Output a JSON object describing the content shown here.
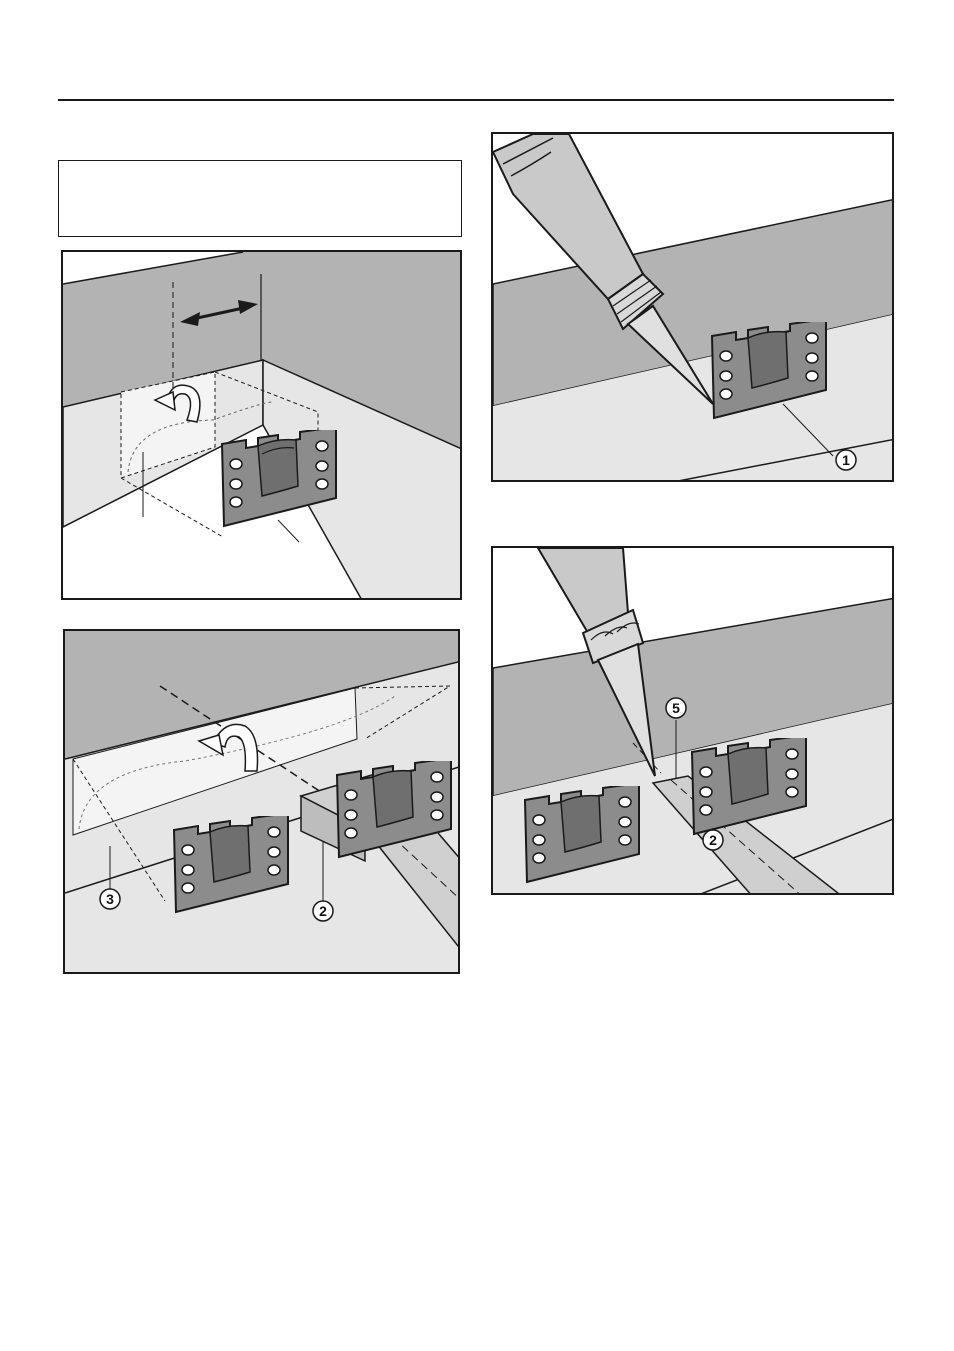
{
  "page": {
    "note_text": ""
  },
  "figures": [
    {
      "id": "fig-top-left",
      "callouts": []
    },
    {
      "id": "fig-top-right",
      "callouts": [
        "1"
      ]
    },
    {
      "id": "fig-bottom-left",
      "callouts": [
        "3",
        "2"
      ]
    },
    {
      "id": "fig-bottom-right",
      "callouts": [
        "5",
        "2"
      ]
    }
  ],
  "icons": {
    "bracket": "hinge-bracket-icon",
    "sealant": "sealant-tube-icon",
    "rotate": "rotate-arrow-icon",
    "adjust": "double-arrow-icon"
  },
  "colors": {
    "wall_dark": "#b3b3b3",
    "floor_light": "#e6e6e6",
    "bracket": "#8c8c8c",
    "bracket_dark": "#6f6f6f",
    "line": "#1a1a1a"
  }
}
